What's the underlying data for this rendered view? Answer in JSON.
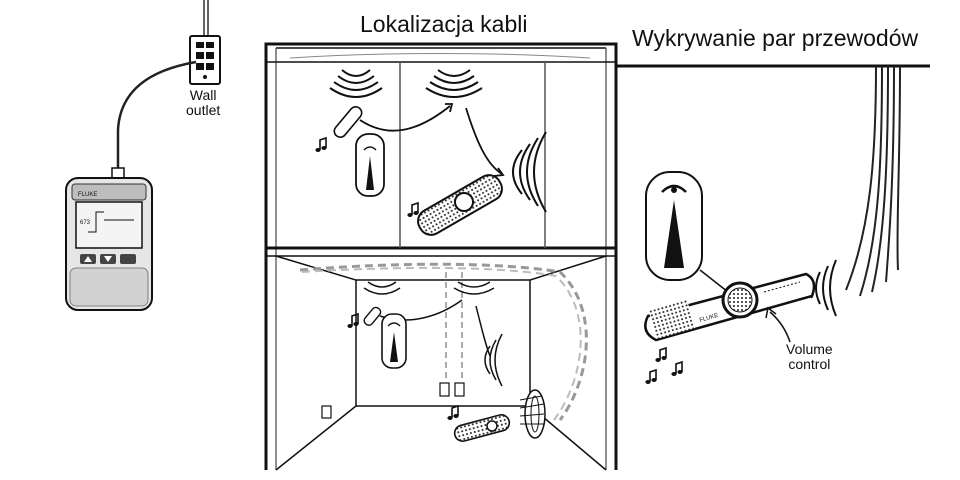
{
  "titles": {
    "cable_location": "Lokalizacja kabli",
    "wire_pair_detection": "Wykrywanie par przewodów"
  },
  "labels": {
    "wall_outlet_line1": "Wall",
    "wall_outlet_line2": "outlet",
    "volume_control_line1": "Volume",
    "volume_control_line2": "control"
  },
  "device_screen": {
    "brand": "FLUKE",
    "readout": "673"
  },
  "probe_brand": "FLUKE"
}
